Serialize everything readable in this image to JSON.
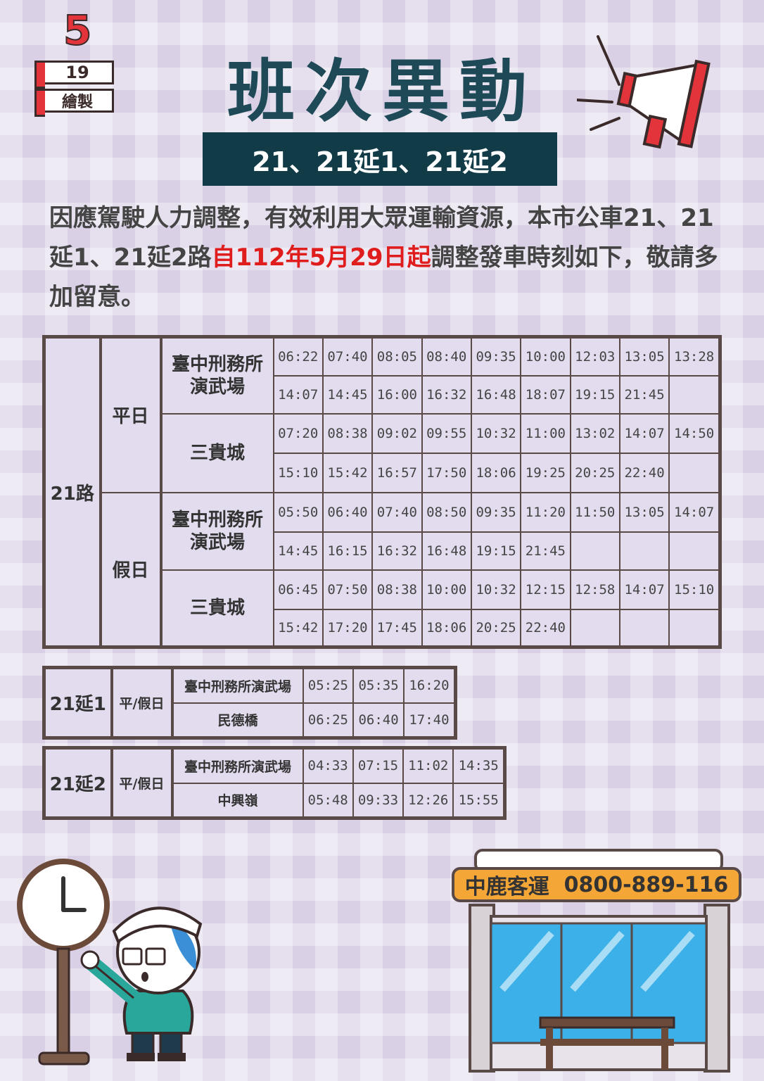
{
  "badge": {
    "month": "5",
    "day": "19",
    "label": "繪製"
  },
  "title": "班次異動",
  "subtitle": "21、21延1、21延2",
  "notice": {
    "before": "因應駕駛人力調整，有效利用大眾運輸資源，本市公車21、21延1、21延2路",
    "highlight": "自112年5月29日起",
    "after": "調整發車時刻如下，敬請多加留意。"
  },
  "route21": {
    "label": "21路",
    "weekday": {
      "label": "平日",
      "stops": [
        {
          "name": "臺中刑務所演武場",
          "name_line1": "臺中刑務所",
          "name_line2": "演武場",
          "row1": [
            "06:22",
            "07:40",
            "08:05",
            "08:40",
            "09:35",
            "10:00",
            "12:03",
            "13:05",
            "13:28"
          ],
          "row2": [
            "14:07",
            "14:45",
            "16:00",
            "16:32",
            "16:48",
            "18:07",
            "19:15",
            "21:45",
            ""
          ]
        },
        {
          "name": "三貴城",
          "row1": [
            "07:20",
            "08:38",
            "09:02",
            "09:55",
            "10:32",
            "11:00",
            "13:02",
            "14:07",
            "14:50"
          ],
          "row2": [
            "15:10",
            "15:42",
            "16:57",
            "17:50",
            "18:06",
            "19:25",
            "20:25",
            "22:40",
            ""
          ]
        }
      ]
    },
    "holiday": {
      "label": "假日",
      "stops": [
        {
          "name": "臺中刑務所演武場",
          "name_line1": "臺中刑務所",
          "name_line2": "演武場",
          "row1": [
            "05:50",
            "06:40",
            "07:40",
            "08:50",
            "09:35",
            "11:20",
            "11:50",
            "13:05",
            "14:07"
          ],
          "row2": [
            "14:45",
            "16:15",
            "16:32",
            "16:48",
            "19:15",
            "21:45",
            "",
            "",
            ""
          ]
        },
        {
          "name": "三貴城",
          "row1": [
            "06:45",
            "07:50",
            "08:38",
            "10:00",
            "10:32",
            "12:15",
            "12:58",
            "14:07",
            "15:10"
          ],
          "row2": [
            "15:42",
            "17:20",
            "17:45",
            "18:06",
            "20:25",
            "22:40",
            "",
            "",
            ""
          ]
        }
      ]
    }
  },
  "route21e1": {
    "label": "21延1",
    "day": "平/假日",
    "stops": [
      {
        "name": "臺中刑務所演武場",
        "times": [
          "05:25",
          "05:35",
          "16:20"
        ]
      },
      {
        "name": "民德橋",
        "times": [
          "06:25",
          "06:40",
          "17:40"
        ]
      }
    ]
  },
  "route21e2": {
    "label": "21延2",
    "day": "平/假日",
    "stops": [
      {
        "name": "臺中刑務所演武場",
        "times": [
          "04:33",
          "07:15",
          "11:02",
          "14:35"
        ]
      },
      {
        "name": "中興嶺",
        "times": [
          "05:48",
          "09:33",
          "12:26",
          "15:55"
        ]
      }
    ]
  },
  "company": {
    "name": "中鹿客運",
    "phone": "0800-889-116"
  }
}
